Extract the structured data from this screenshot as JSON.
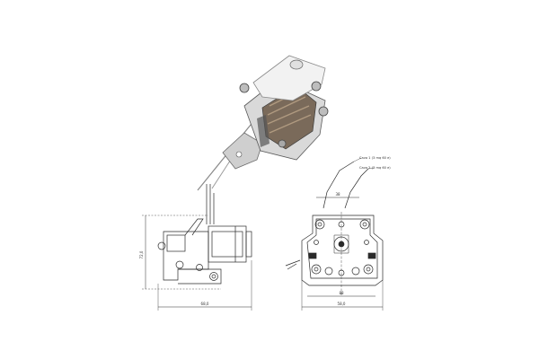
{
  "photo": {
    "subject": "solenoid-relay-photo"
  },
  "side_view": {
    "dims": {
      "height": "72,0",
      "length": "68,0"
    }
  },
  "front_view": {
    "dims": {
      "top_width": "38",
      "width_inner": "88",
      "width_outer": "58,0"
    },
    "callouts": {
      "wire_1": "Cavo 1 (3 mq 60 e)",
      "wire_2": "Cavo 2 (3 mq 60 e)"
    }
  },
  "colors": {
    "line": "#2a2a2a",
    "photo_body": "#d9d9d9",
    "photo_cap": "#f2f2f2"
  }
}
